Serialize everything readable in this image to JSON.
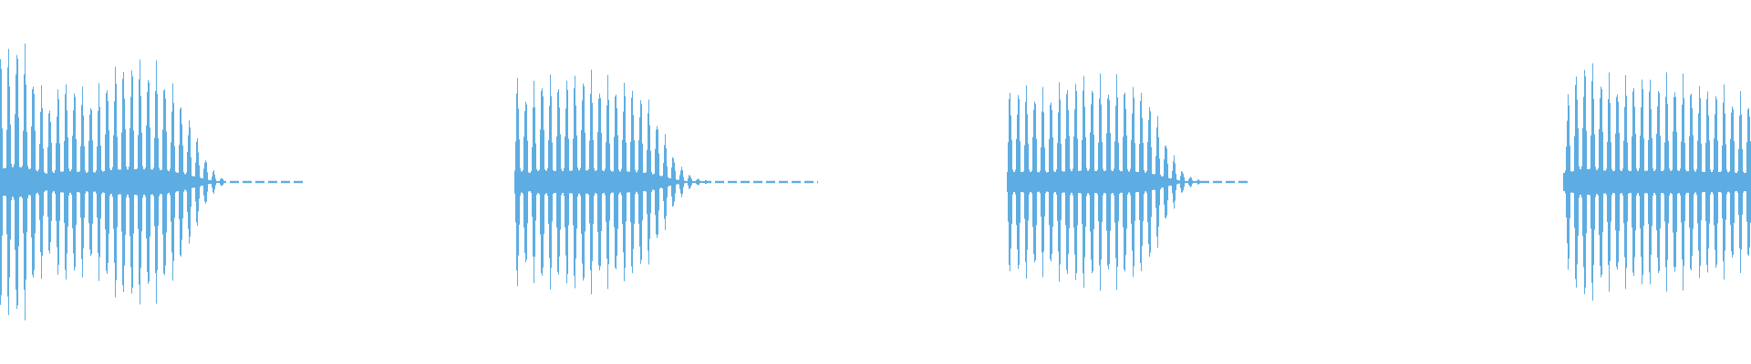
{
  "chart_data": {
    "type": "waveform",
    "title": "",
    "xlabel": "",
    "ylabel": "",
    "ylim": [
      -1,
      1
    ],
    "grid": false,
    "legend": "none",
    "color": "#5dade2",
    "background": "#ffffff",
    "bins": 160,
    "envelope_peak_amplitude": [
      0.75,
      0.85,
      0.75,
      0.6,
      0.45,
      0.55,
      0.6,
      0.55,
      0.5,
      0.55,
      0.65,
      0.68,
      0.7,
      0.7,
      0.68,
      0.65,
      0.55,
      0.45,
      0.3,
      0.15,
      0.05,
      0.01,
      0.01,
      0.01,
      0.01,
      0.01,
      0.01,
      0.01,
      0.01,
      0,
      0,
      0,
      0,
      0,
      0,
      0,
      0,
      0,
      0,
      0,
      0,
      0,
      0,
      0,
      0,
      0,
      0,
      0,
      0,
      0.6,
      0.5,
      0.65,
      0.6,
      0.6,
      0.62,
      0.65,
      0.62,
      0.6,
      0.58,
      0.58,
      0.55,
      0.5,
      0.4,
      0.25,
      0.12,
      0.05,
      0.02,
      0.01,
      0.01,
      0.01,
      0.01,
      0.01,
      0.01,
      0.01,
      0.01,
      0.01,
      0.01,
      0.01,
      0,
      0,
      0,
      0,
      0,
      0,
      0,
      0,
      0,
      0,
      0,
      0,
      0,
      0,
      0,
      0,
      0,
      0,
      0.55,
      0.55,
      0.55,
      0.52,
      0.55,
      0.58,
      0.6,
      0.62,
      0.6,
      0.6,
      0.6,
      0.58,
      0.55,
      0.5,
      0.35,
      0.2,
      0.08,
      0.03,
      0.01,
      0.01,
      0.01,
      0.01,
      0.01,
      0,
      0,
      0,
      0,
      0,
      0,
      0,
      0,
      0,
      0,
      0,
      0,
      0,
      0,
      0,
      0,
      0,
      0,
      0,
      0,
      0,
      0,
      0,
      0,
      0,
      0,
      0,
      0,
      0,
      0,
      0.5,
      0.7,
      0.7,
      0.65,
      0.6,
      0.6,
      0.6,
      0.62,
      0.6,
      0.6,
      0.62,
      0.6,
      0.58,
      0.55,
      0.55,
      0.55,
      0.5,
      0.5
    ]
  }
}
